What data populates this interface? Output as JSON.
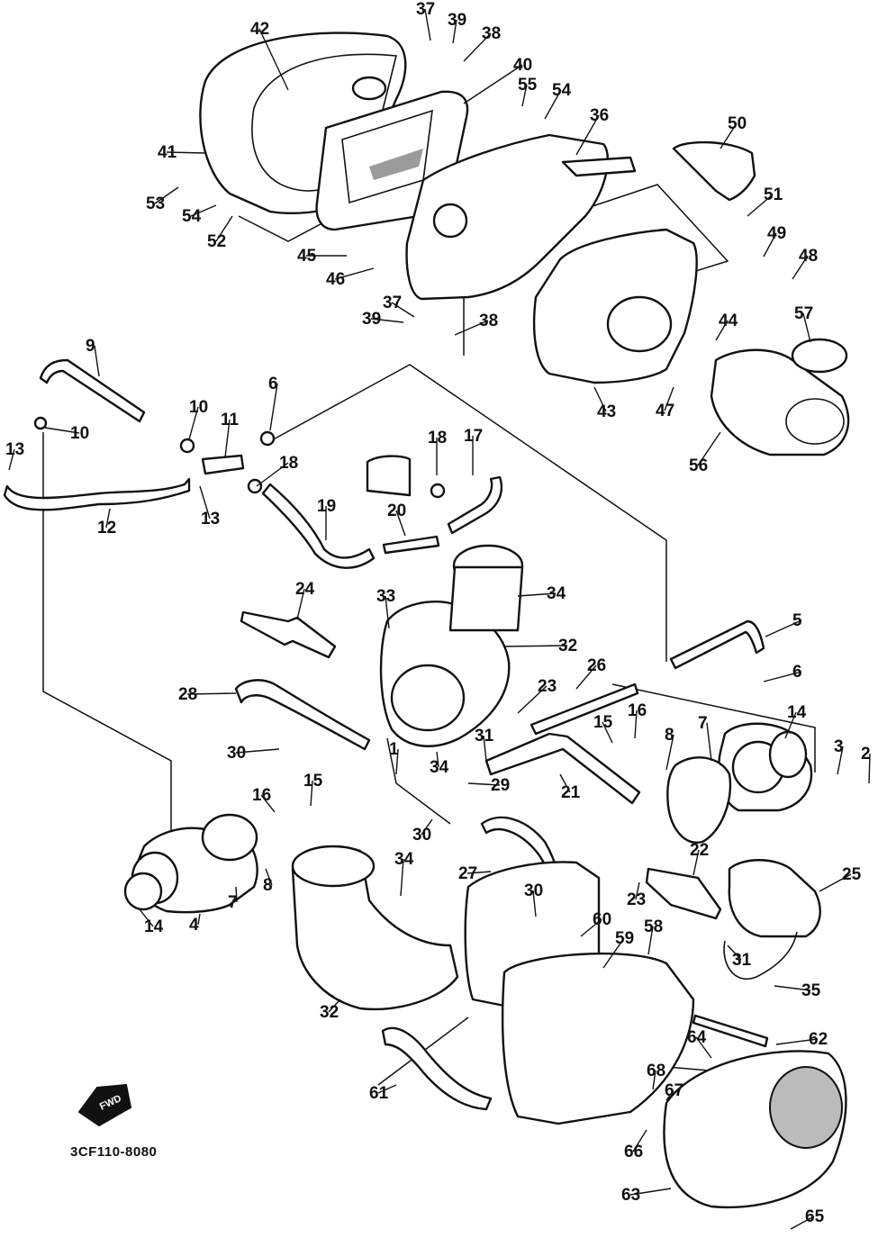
{
  "diagram": {
    "drawing_code": "3CF110-8080",
    "direction_badge": "FWD",
    "callouts": [
      {
        "label": "37",
        "ref": "upper-grommet"
      },
      {
        "label": "39",
        "ref": "upper-collar"
      },
      {
        "label": "38",
        "ref": "upper-bracket"
      },
      {
        "label": "42",
        "ref": "seal"
      },
      {
        "label": "40",
        "ref": "filter-element"
      },
      {
        "label": "55",
        "ref": "bolt"
      },
      {
        "label": "54",
        "ref": "washer"
      },
      {
        "label": "36",
        "ref": "filter-case"
      },
      {
        "label": "50",
        "ref": "cover-bracket"
      },
      {
        "label": "41",
        "ref": "air-cleaner-cover"
      },
      {
        "label": "53",
        "ref": "screw"
      },
      {
        "label": "54",
        "ref": "washer"
      },
      {
        "label": "52",
        "ref": "nut"
      },
      {
        "label": "51",
        "ref": "bolt"
      },
      {
        "label": "49",
        "ref": "collar"
      },
      {
        "label": "48",
        "ref": "bolt"
      },
      {
        "label": "45",
        "ref": "screw"
      },
      {
        "label": "46",
        "ref": "washer"
      },
      {
        "label": "37",
        "ref": "lower-grommet"
      },
      {
        "label": "39",
        "ref": "lower-collar"
      },
      {
        "label": "38",
        "ref": "lower-bracket"
      },
      {
        "label": "44",
        "ref": "screw"
      },
      {
        "label": "57",
        "ref": "band"
      },
      {
        "label": "9",
        "ref": "hose"
      },
      {
        "label": "10",
        "ref": "clip"
      },
      {
        "label": "10",
        "ref": "clip"
      },
      {
        "label": "6",
        "ref": "clip"
      },
      {
        "label": "11",
        "ref": "joint"
      },
      {
        "label": "13",
        "ref": "clip"
      },
      {
        "label": "18",
        "ref": "clip"
      },
      {
        "label": "17",
        "ref": "hose"
      },
      {
        "label": "43",
        "ref": "case-cover"
      },
      {
        "label": "47",
        "ref": "bolt"
      },
      {
        "label": "12",
        "ref": "hose"
      },
      {
        "label": "13",
        "ref": "clip"
      },
      {
        "label": "18",
        "ref": "clip"
      },
      {
        "label": "19",
        "ref": "hose"
      },
      {
        "label": "20",
        "ref": "joint"
      },
      {
        "label": "56",
        "ref": "air-duct"
      },
      {
        "label": "24",
        "ref": "joint"
      },
      {
        "label": "33",
        "ref": "joint"
      },
      {
        "label": "34",
        "ref": "band"
      },
      {
        "label": "32",
        "ref": "air-duct"
      },
      {
        "label": "5",
        "ref": "hose"
      },
      {
        "label": "26",
        "ref": "hose"
      },
      {
        "label": "6",
        "ref": "clip"
      },
      {
        "label": "28",
        "ref": "hose"
      },
      {
        "label": "23",
        "ref": "clip"
      },
      {
        "label": "14",
        "ref": "o-ring"
      },
      {
        "label": "15",
        "ref": "screw"
      },
      {
        "label": "16",
        "ref": "washer"
      },
      {
        "label": "8",
        "ref": "plate"
      },
      {
        "label": "7",
        "ref": "clamp"
      },
      {
        "label": "3",
        "ref": "cap"
      },
      {
        "label": "2",
        "ref": "cap"
      },
      {
        "label": "31",
        "ref": "clip"
      },
      {
        "label": "30",
        "ref": "clip"
      },
      {
        "label": "34",
        "ref": "band"
      },
      {
        "label": "21",
        "ref": "joint"
      },
      {
        "label": "1",
        "ref": "carburetor-joint"
      },
      {
        "label": "15",
        "ref": "screw"
      },
      {
        "label": "29",
        "ref": "bolt"
      },
      {
        "label": "16",
        "ref": "washer"
      },
      {
        "label": "30",
        "ref": "clip"
      },
      {
        "label": "34",
        "ref": "band"
      },
      {
        "label": "22",
        "ref": "joint"
      },
      {
        "label": "27",
        "ref": "hose"
      },
      {
        "label": "7",
        "ref": "clamp"
      },
      {
        "label": "8",
        "ref": "plate"
      },
      {
        "label": "23",
        "ref": "clip"
      },
      {
        "label": "25",
        "ref": "switch"
      },
      {
        "label": "30",
        "ref": "clip"
      },
      {
        "label": "60",
        "ref": "bolt"
      },
      {
        "label": "59",
        "ref": "bolt"
      },
      {
        "label": "58",
        "ref": "collar"
      },
      {
        "label": "14",
        "ref": "o-ring"
      },
      {
        "label": "4",
        "ref": "joint"
      },
      {
        "label": "31",
        "ref": "clip"
      },
      {
        "label": "35",
        "ref": "lead"
      },
      {
        "label": "32",
        "ref": "air-duct"
      },
      {
        "label": "62",
        "ref": "bolt"
      },
      {
        "label": "64",
        "ref": "nut"
      },
      {
        "label": "61",
        "ref": "stay"
      },
      {
        "label": "68",
        "ref": "washer"
      },
      {
        "label": "67",
        "ref": "bolt"
      },
      {
        "label": "66",
        "ref": "collar"
      },
      {
        "label": "63",
        "ref": "cover"
      },
      {
        "label": "65",
        "ref": "screw"
      }
    ]
  }
}
